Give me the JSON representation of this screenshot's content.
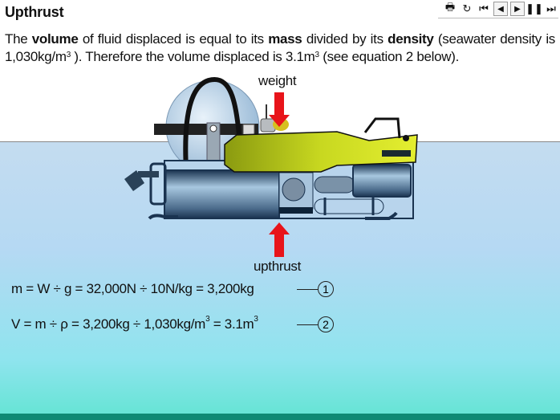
{
  "header": {
    "title": "Upthrust",
    "toolbar": [
      {
        "name": "print-icon",
        "glyph": "🖶"
      },
      {
        "name": "replay-icon",
        "glyph": "↻"
      },
      {
        "name": "first-icon",
        "glyph": "⏮"
      },
      {
        "name": "prev-icon",
        "glyph": "◀"
      },
      {
        "name": "next-icon",
        "glyph": "▶"
      },
      {
        "name": "pause-icon",
        "glyph": "❚❚"
      },
      {
        "name": "last-icon",
        "glyph": "⏭"
      }
    ]
  },
  "intro": {
    "p1": "The ",
    "b1": "volume",
    "p2": " of fluid displaced is equal to its ",
    "b2": "mass",
    "p3": " divided by its ",
    "b3": "density",
    "p4": " (seawater density is 1,030kg/m",
    "sup1": "3",
    "p5": " ). Therefore the volume displaced is 3.1m",
    "sup2": "3",
    "p6": " (see equation 2 below)."
  },
  "diagram": {
    "weight_label": "weight",
    "upthrust_label": "upthrust",
    "arrow_color": "#e8141a",
    "hull_color": "#c8d820"
  },
  "equations": [
    {
      "text": "m = W ÷ g = 32,000N ÷ 10N/kg = 3,200kg",
      "number": "1"
    },
    {
      "pre": "V = m ÷ ρ = 3,200kg ÷ 1,030kg/m",
      "sup1": "3",
      "mid": " = 3.1m",
      "sup2": "3",
      "number": "2"
    }
  ]
}
